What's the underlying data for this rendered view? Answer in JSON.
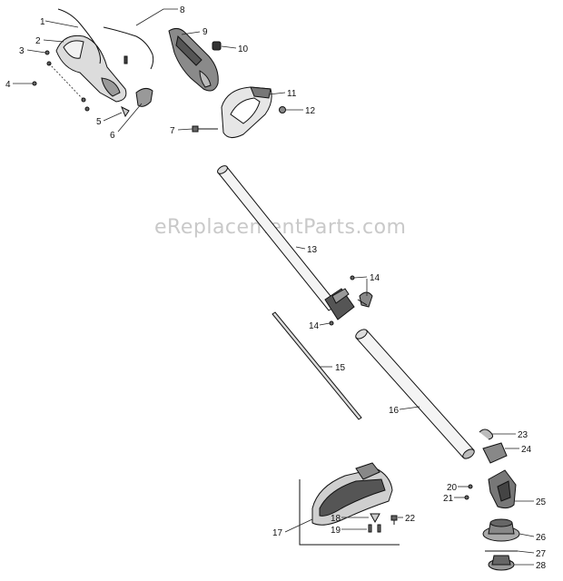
{
  "watermark": "eReplacementParts.com",
  "callouts": [
    {
      "n": "1",
      "label": "1"
    },
    {
      "n": "2",
      "label": "2"
    },
    {
      "n": "3",
      "label": "3"
    },
    {
      "n": "4",
      "label": "4"
    },
    {
      "n": "5",
      "label": "5"
    },
    {
      "n": "6",
      "label": "6"
    },
    {
      "n": "7",
      "label": "7"
    },
    {
      "n": "8",
      "label": "8"
    },
    {
      "n": "9",
      "label": "9"
    },
    {
      "n": "10",
      "label": "10"
    },
    {
      "n": "11",
      "label": "11"
    },
    {
      "n": "12",
      "label": "12"
    },
    {
      "n": "13",
      "label": "13"
    },
    {
      "n": "14a",
      "label": "14"
    },
    {
      "n": "14b",
      "label": "14"
    },
    {
      "n": "15",
      "label": "15"
    },
    {
      "n": "16",
      "label": "16"
    },
    {
      "n": "17",
      "label": "17"
    },
    {
      "n": "18",
      "label": "18"
    },
    {
      "n": "19",
      "label": "19"
    },
    {
      "n": "20",
      "label": "20"
    },
    {
      "n": "21",
      "label": "21"
    },
    {
      "n": "22",
      "label": "22"
    },
    {
      "n": "23",
      "label": "23"
    },
    {
      "n": "24",
      "label": "24"
    },
    {
      "n": "25",
      "label": "25"
    },
    {
      "n": "26",
      "label": "26"
    },
    {
      "n": "27",
      "label": "27"
    },
    {
      "n": "28",
      "label": "28"
    }
  ]
}
